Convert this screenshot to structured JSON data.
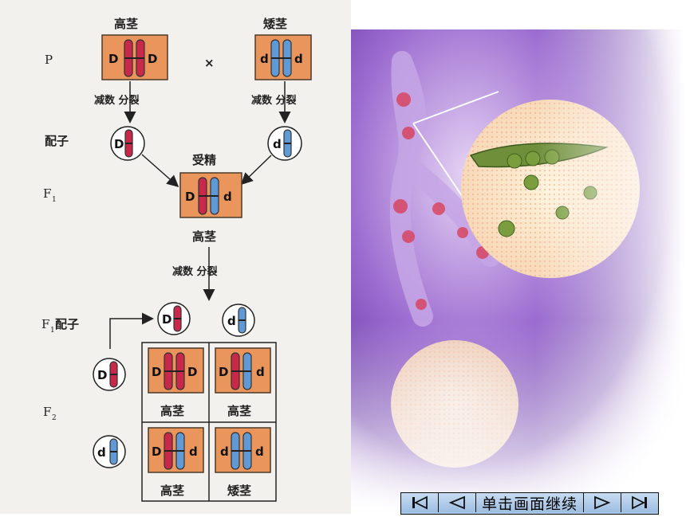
{
  "diagram": {
    "gen_p": "P",
    "gen_gamete": "配子",
    "gen_f": "F",
    "gen_sub1": "1",
    "gen_f1gamete": "配子",
    "gen_sub2": "2",
    "tall": "高茎",
    "dwarf": "矮茎",
    "cross": "×",
    "meiosis": "减数 分裂",
    "fertilization": "受精",
    "allele_dom": "D",
    "allele_rec": "d",
    "colors": {
      "red": "#c8284a",
      "blue": "#5f9ad6",
      "box": "#e9955c"
    }
  },
  "nav": {
    "continue_label": "单击画面继续",
    "icons": [
      "first-icon",
      "prev-icon",
      "next-icon",
      "last-icon"
    ]
  }
}
